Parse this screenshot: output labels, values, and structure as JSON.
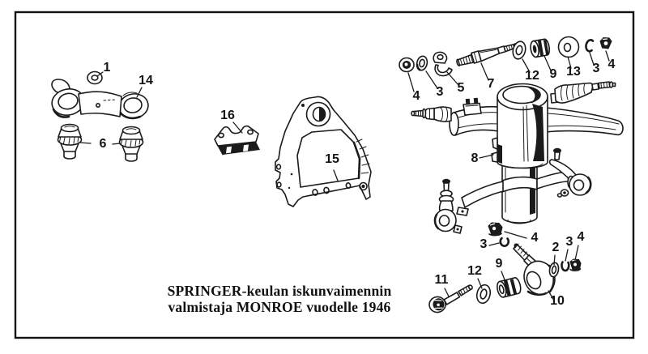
{
  "caption": {
    "line1": "SPRINGER-keulan iskunvaimennin",
    "line2": "valmistaja MONROE vuodelle 1946"
  },
  "diagram": {
    "labels": [
      "1",
      "14",
      "6",
      "16",
      "15",
      "4",
      "3",
      "5",
      "7",
      "12",
      "9",
      "13",
      "3",
      "4",
      "8",
      "4",
      "3",
      "2",
      "3",
      "4",
      "11",
      "12",
      "9",
      "10"
    ]
  },
  "colors": {
    "ink": "#1b1b1b",
    "paper": "#ffffff"
  }
}
